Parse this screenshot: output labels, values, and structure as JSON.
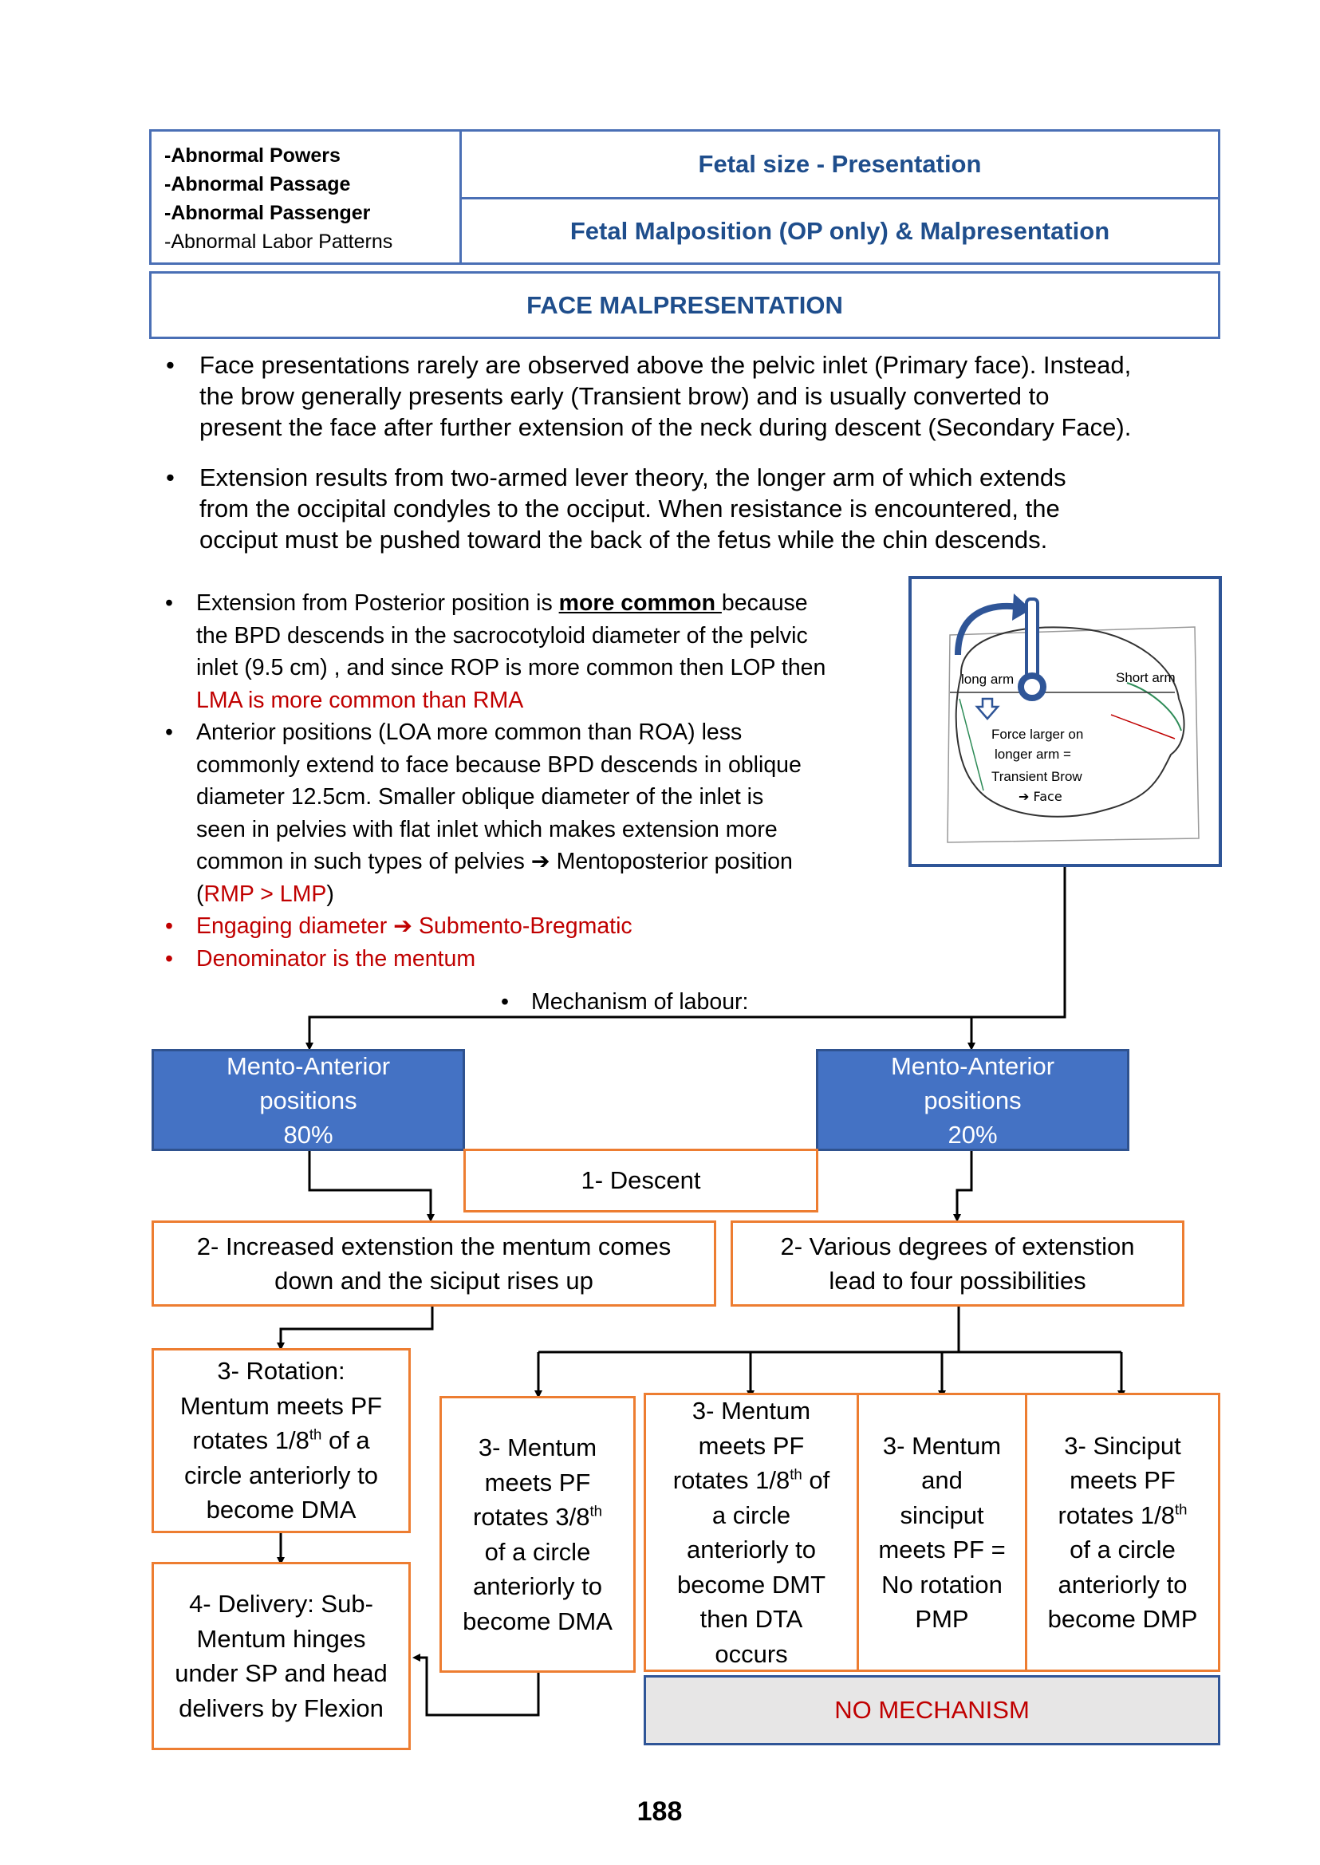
{
  "header": {
    "left_items": [
      "-Abnormal Powers",
      "-Abnormal Passage",
      "-Abnormal Passenger",
      "-Abnormal Labor Patterns"
    ],
    "title_top": "Fetal size - Presentation",
    "title_bottom": "Fetal Malposition (OP only) & Malpresentation"
  },
  "section_title": "FACE MALPRESENTATION",
  "bullets_top": [
    {
      "lines": [
        "Face presentations rarely are observed above the pelvic inlet (Primary face). Instead,",
        "the brow generally presents early (Transient brow) and is usually converted to",
        "present the face after further extension of the neck during descent (Secondary Face)."
      ]
    },
    {
      "lines": [
        "Extension results from two-armed lever theory, the longer arm of which extends",
        "from the occipital condyles to the occiput. When resistance is encountered, the",
        "occiput must be pushed toward the back of the fetus while the chin descends."
      ]
    }
  ],
  "bullets_mid": {
    "b1_pre": "Extension from Posterior position is ",
    "b1_bold": "more common ",
    "b1_post": "because",
    "b1_l2": "the BPD descends in the sacrocotyloid diameter of the pelvic",
    "b1_l3": "inlet (9.5 cm) , and since ROP is more common then LOP then",
    "b1_l4": "LMA is more common than RMA",
    "b2_l1": "Anterior positions (LOA more common than ROA) less",
    "b2_l2": "commonly extend to face because BPD descends in oblique",
    "b2_l3": "diameter 12.5cm. Smaller oblique diameter of the inlet is",
    "b2_l4": "seen in pelvies with flat inlet which makes extension more",
    "b2_l5a": "common in such types of pelvies ",
    "b2_l5b": "➔",
    "b2_l5c": " Mentoposterior position",
    "b2_l6a": "(",
    "b2_l6b": "RMP > LMP",
    "b2_l6c": ")",
    "b3a": "Engaging diameter ",
    "b3b": "➔",
    "b3c": " Submento-Bregmatic",
    "b4": "Denominator is the mentum",
    "mechanism": "Mechanism of labour:"
  },
  "diagram": {
    "long_arm": "long arm",
    "short_arm": "Short arm",
    "force_l1": "Force larger on",
    "force_l2": "longer arm =",
    "force_l3": "Transient Brow",
    "force_l4": "➔ Face"
  },
  "flow": {
    "left_head": [
      "Mento-Anterior",
      "positions",
      "80%"
    ],
    "right_head": [
      "Mento-Anterior",
      "positions",
      "20%"
    ],
    "descent": "1- Descent",
    "ext_left": [
      "2- Increased extenstion the mentum comes",
      "down and the siciput rises up"
    ],
    "ext_right": [
      "2- Various degrees of extenstion",
      "lead to four possibilities"
    ],
    "rot_left": {
      "l1": "3- Rotation:",
      "l2": "Mentum meets PF",
      "l3a": "rotates 1/8",
      "l3sup": "th",
      "l3b": " of a",
      "l4": "circle anteriorly to",
      "l5": "become DMA"
    },
    "delivery": [
      "4- Delivery: Sub-",
      "Mentum hinges",
      "under SP and head",
      "delivers by Flexion"
    ],
    "p1": {
      "l1": "3- Mentum",
      "l2": "meets PF",
      "l3a": "rotates 3/8",
      "l3sup": "th",
      "l4": "of a circle",
      "l5": "anteriorly to",
      "l6": "become DMA"
    },
    "p2": {
      "l1": "3- Mentum",
      "l2": "meets PF",
      "l3a": "rotates 1/8",
      "l3sup": "th",
      "l3b": " of",
      "l4": "a circle",
      "l5": "anteriorly to",
      "l6": "become DMT",
      "l7": "then DTA",
      "l8": "occurs"
    },
    "p3": [
      "3- Mentum",
      "and",
      "sinciput",
      "meets PF =",
      "No rotation",
      "PMP"
    ],
    "p4": {
      "l1": "3- Sinciput",
      "l2": "meets PF",
      "l3a": "rotates 1/8",
      "l3sup": "th",
      "l4": "of a circle",
      "l5": "anteriorly to",
      "l6": "become DMP"
    },
    "no_mechanism": "NO MECHANISM"
  },
  "page_number": "188",
  "colors": {
    "header_border": "#4a6fb5",
    "title_text": "#1f4e8c",
    "blue_box": "#4472c4",
    "orange_border": "#ed7d31",
    "red_text": "#c00000",
    "gray_box": "#e7e6e6"
  }
}
